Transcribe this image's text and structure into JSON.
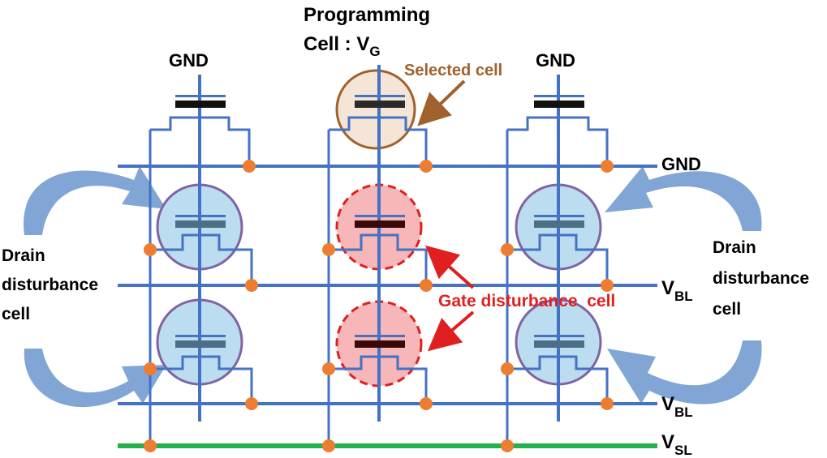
{
  "labels": {
    "top_gate_left": "GND",
    "top_gate_right": "GND",
    "programming_line1": "Programming",
    "programming_line2": "Cell : V",
    "programming_sub": "G",
    "selected_cell": "Selected cell",
    "row1_right": "GND",
    "bl_main": "V",
    "bl_sub": "BL",
    "sl_main": "V",
    "sl_sub": "SL",
    "drain_left": [
      "Drain",
      "disturbance",
      "cell"
    ],
    "drain_right": [
      "Drain",
      "disturbance",
      "cell"
    ],
    "gate_disturbance": "Gate disturbance  cell"
  },
  "colors": {
    "wire": "#4472c4",
    "wire_dark": "#2e5597",
    "node": "#ed7d31",
    "source_line": "#22b14c",
    "selected_ring": "#a0622d",
    "selected_fill": "#f4e5d6",
    "drain_fill": "#bcdcf0",
    "drain_ring": "#8064a2",
    "gate_fill": "#f7b6b8",
    "gate_ring": "#e02020",
    "gate_text": "#e02020",
    "selected_text": "#a0622d",
    "arrow": "#5b8ac6"
  }
}
